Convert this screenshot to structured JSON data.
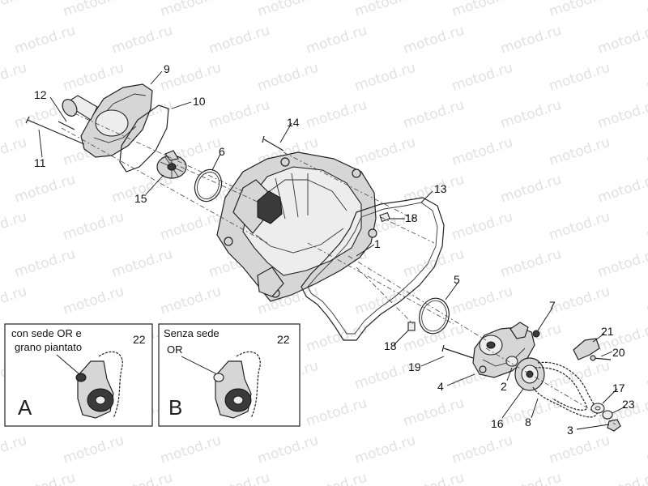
{
  "watermark": {
    "text": "motod.ru"
  },
  "callouts": [
    {
      "id": "c9",
      "label": "9"
    },
    {
      "id": "c10",
      "label": "10"
    },
    {
      "id": "c12",
      "label": "12"
    },
    {
      "id": "c11",
      "label": "11"
    },
    {
      "id": "c6",
      "label": "6"
    },
    {
      "id": "c15",
      "label": "15"
    },
    {
      "id": "c14",
      "label": "14"
    },
    {
      "id": "c13",
      "label": "13"
    },
    {
      "id": "c18a",
      "label": "18"
    },
    {
      "id": "c1",
      "label": "1"
    },
    {
      "id": "c5",
      "label": "5"
    },
    {
      "id": "c18b",
      "label": "18"
    },
    {
      "id": "c7",
      "label": "7"
    },
    {
      "id": "c21",
      "label": "21"
    },
    {
      "id": "c20",
      "label": "20"
    },
    {
      "id": "c19",
      "label": "19"
    },
    {
      "id": "c2",
      "label": "2"
    },
    {
      "id": "c4",
      "label": "4"
    },
    {
      "id": "c17",
      "label": "17"
    },
    {
      "id": "c23",
      "label": "23"
    },
    {
      "id": "c16",
      "label": "16"
    },
    {
      "id": "c8",
      "label": "8"
    },
    {
      "id": "c3",
      "label": "3"
    },
    {
      "id": "c22a",
      "label": "22"
    },
    {
      "id": "c22b",
      "label": "22"
    }
  ],
  "insets": {
    "a": {
      "title_line1": "con sede OR e",
      "title_line2": "grano piantato",
      "letter": "A",
      "part": "22"
    },
    "b": {
      "title_line1": "Senza sede",
      "title_line2": "OR",
      "letter": "B",
      "part": "22"
    }
  }
}
